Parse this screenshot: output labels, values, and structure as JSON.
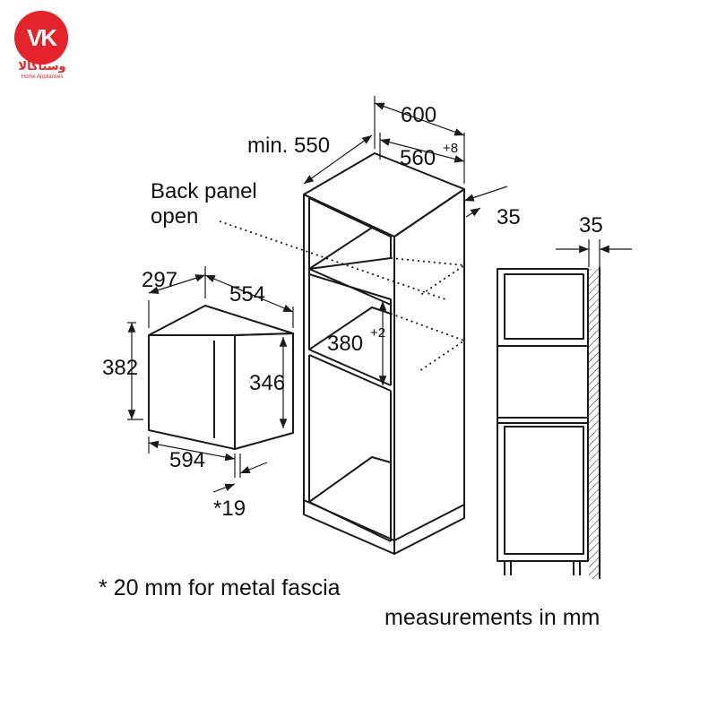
{
  "brand": {
    "initials": "VK",
    "name": "وستاکالا",
    "tagline": "Home Appliances",
    "color": "#e4232b"
  },
  "labels": {
    "back_panel_line1": "Back panel",
    "back_panel_line2": "open",
    "min_550": "min. 550",
    "w600": "600",
    "w560": "560",
    "w560_tol": "+8",
    "d35_cabinet": "35",
    "d35_side": "35",
    "h380": "380",
    "h380_tol": "+2",
    "d297": "297",
    "w554": "554",
    "h382": "382",
    "h346": "346",
    "w594": "594",
    "star19": "*19"
  },
  "notes": {
    "fascia": "* 20 mm for metal fascia",
    "units": "measurements in mm"
  },
  "colors": {
    "line": "#1a1a1a"
  }
}
